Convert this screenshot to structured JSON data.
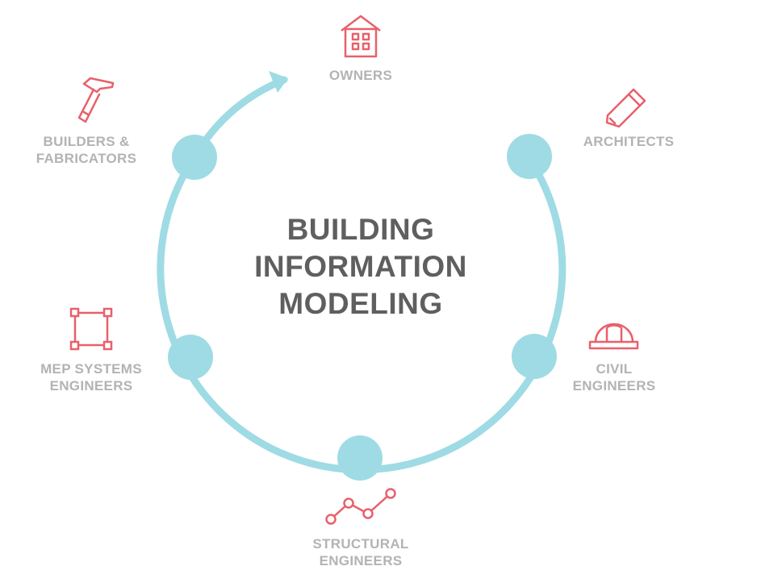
{
  "title_lines": [
    "BUILDING",
    "INFORMATION",
    "MODELING"
  ],
  "colors": {
    "ring": "#9fdbe4",
    "icon": "#e8606a",
    "label": "#b3b3b3",
    "title": "#5f5f5f"
  },
  "stakeholders": [
    {
      "lines": [
        "OWNERS"
      ],
      "icon": "house-icon"
    },
    {
      "lines": [
        "ARCHITECTS"
      ],
      "icon": "pencil-icon"
    },
    {
      "lines": [
        "CIVIL",
        "ENGINEERS"
      ],
      "icon": "hard-hat-icon"
    },
    {
      "lines": [
        "STRUCTURAL",
        "ENGINEERS"
      ],
      "icon": "line-graph-icon"
    },
    {
      "lines": [
        "MEP SYSTEMS",
        "ENGINEERS"
      ],
      "icon": "bounding-box-icon"
    },
    {
      "lines": [
        "BUILDERS &",
        "FABRICATORS"
      ],
      "icon": "hammer-icon"
    }
  ]
}
